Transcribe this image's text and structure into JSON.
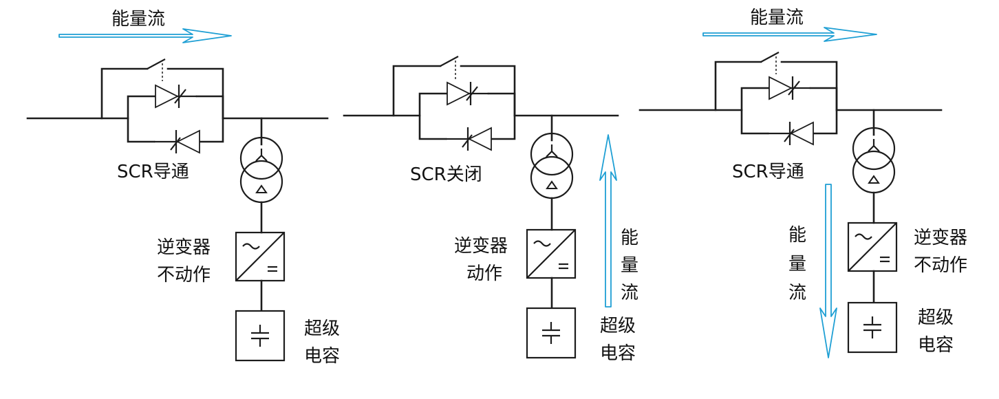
{
  "colors": {
    "line": "#1c1c1c",
    "arrow": "#1e9fd4"
  },
  "panels": [
    {
      "scr_label": "SCR导通",
      "inverter_label": [
        "逆变器",
        "不动作"
      ],
      "supercap_label": [
        "超级",
        "电容"
      ],
      "flow_label": "能量流",
      "flow_direction": "right"
    },
    {
      "scr_label": "SCR关闭",
      "inverter_label": [
        "逆变器",
        "动作"
      ],
      "supercap_label": [
        "超级",
        "电容"
      ],
      "flow_label": [
        "能",
        "量",
        "流"
      ],
      "flow_direction": "up"
    },
    {
      "scr_label": "SCR导通",
      "inverter_label": [
        "逆变器",
        "不动作"
      ],
      "supercap_label": [
        "超级",
        "电容"
      ],
      "flow_label_top": "能量流",
      "flow_label_side": [
        "能",
        "量",
        "流"
      ],
      "flow_direction": "right-and-down"
    }
  ]
}
